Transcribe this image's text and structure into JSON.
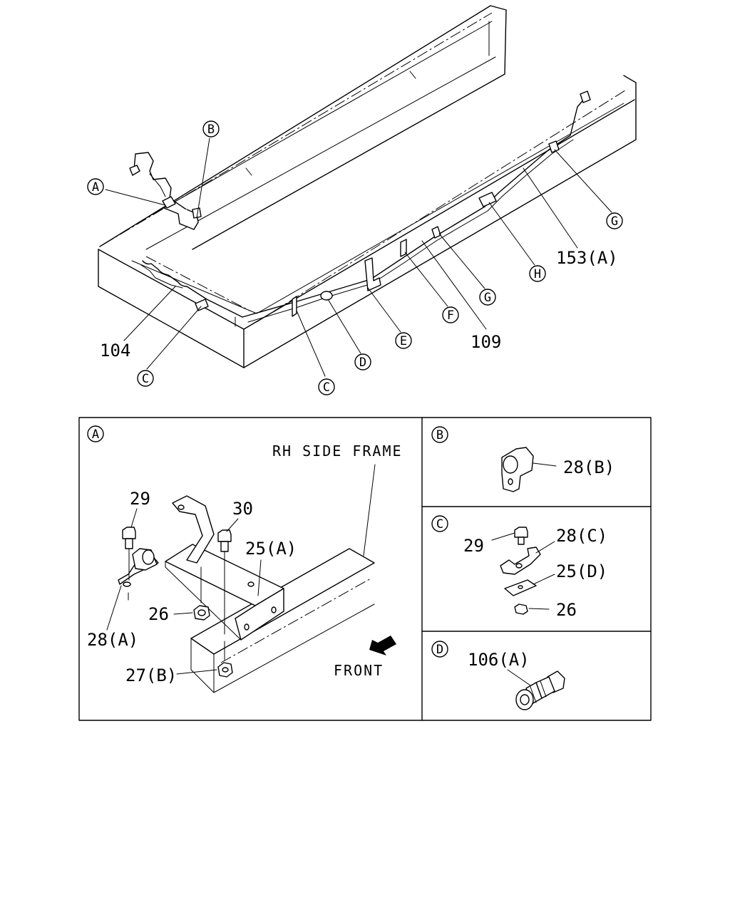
{
  "overview": {
    "callouts": {
      "a": "A",
      "b": "B",
      "c1": "C",
      "c2": "C",
      "d": "D",
      "e": "E",
      "f": "F",
      "g1": "G",
      "g2": "G",
      "h": "H"
    },
    "part_numbers": {
      "p104": "104",
      "p109": "109",
      "p153a": "153(A)"
    }
  },
  "detail_a": {
    "letter": "A",
    "caption": "RH SIDE FRAME",
    "front_label": "FRONT",
    "parts": {
      "p29": "29",
      "p30": "30",
      "p25a": "25(A)",
      "p26": "26",
      "p28a": "28(A)",
      "p27b": "27(B)"
    }
  },
  "detail_b": {
    "letter": "B",
    "parts": {
      "p28b": "28(B)"
    }
  },
  "detail_c": {
    "letter": "C",
    "parts": {
      "p29": "29",
      "p28c": "28(C)",
      "p25d": "25(D)",
      "p26": "26"
    }
  },
  "detail_d": {
    "letter": "D",
    "parts": {
      "p106a": "106(A)"
    }
  }
}
